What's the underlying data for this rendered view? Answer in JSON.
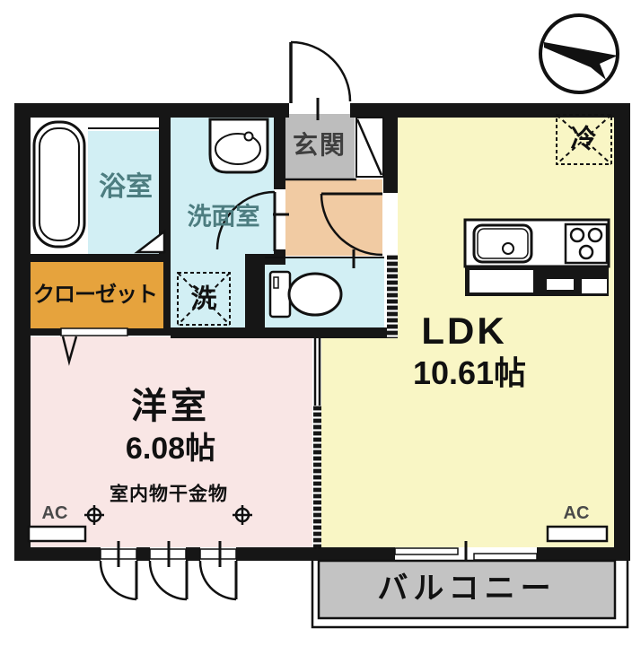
{
  "rooms": {
    "ldk": {
      "label": "LDK",
      "area": "10.61帖"
    },
    "western": {
      "label": "洋室",
      "area": "6.08帖"
    },
    "bath": {
      "label": "浴室"
    },
    "washroom": {
      "label": "洗面室"
    },
    "entrance": {
      "label": "玄関"
    },
    "closet": {
      "label": "クローゼット"
    },
    "balcony": {
      "label": "バルコニー"
    }
  },
  "annotations": {
    "laundry_hardware": "室内物干金物",
    "washer_mark": "洗",
    "fridge_mark": "冷",
    "ac_left": "AC",
    "ac_right": "AC"
  },
  "icons": [
    "north-arrow-compass",
    "bathtub",
    "washbasin",
    "toilet",
    "kitchen-sink",
    "gas-stove",
    "door-swing-arcs",
    "sliding-window",
    "laundry-hook-symbols"
  ],
  "colors": {
    "wall": "#161616",
    "bath-blue": "#d2eff4",
    "ldk-yellow": "#f9f6c5",
    "room-pink": "#f9e6e5",
    "hall-peach": "#f1cba3",
    "closet-orange": "#e6a33d",
    "entrance-grey": "#bdbdbd",
    "balcony-grey": "#c3c3c3",
    "teal-text": "#4d7d80"
  }
}
